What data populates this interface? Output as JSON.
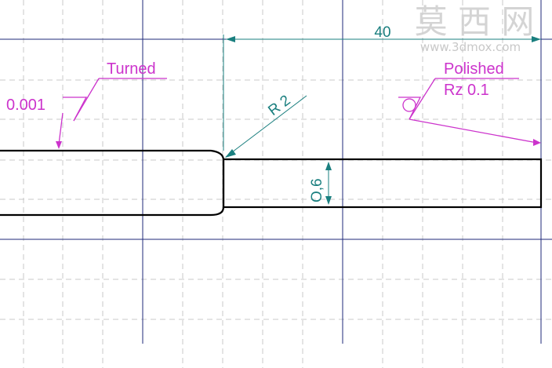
{
  "drawing": {
    "dimension_length": "40",
    "dimension_radius": "R 2",
    "dimension_diameter": "O,6"
  },
  "surface_finish": {
    "turned": {
      "process": "Turned",
      "value": "0.001"
    },
    "polished": {
      "process": "Polished",
      "value": "Rz 0.1"
    }
  },
  "watermark": {
    "brand": "莫 西 网",
    "site": "www.3dmox.com"
  },
  "colors": {
    "background": "#ffffff",
    "grid_dashed": "#c8c8c8",
    "grid_major": "#1f2a7a",
    "outline": "#000000",
    "dimension": "#1a7f7f",
    "annotation": "#cc33cc",
    "watermark": "#c8c8c8"
  }
}
